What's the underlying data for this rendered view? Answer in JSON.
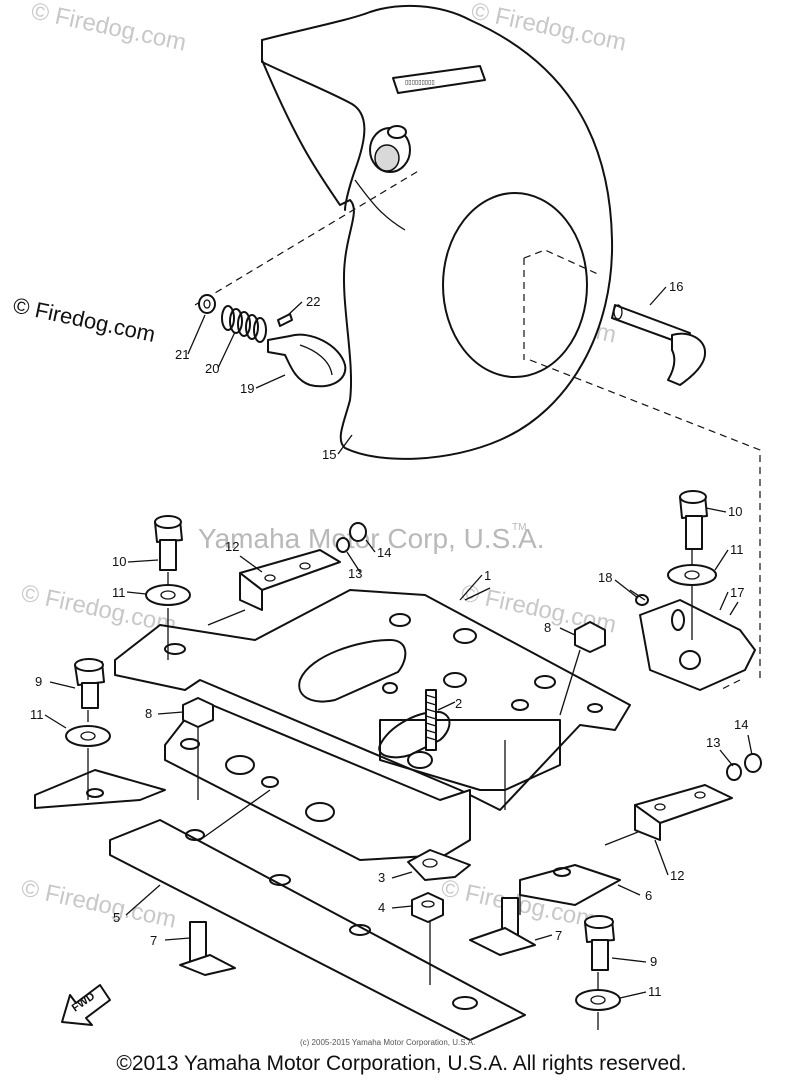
{
  "watermarks": {
    "firedog": "© Firedog.com",
    "firedog_dark": "© Firedog.com",
    "yamaha": "Yamaha Motor Corp, U.S.A.",
    "tm": "TM"
  },
  "callouts": {
    "c1": "1",
    "c2": "2",
    "c3": "3",
    "c4": "4",
    "c5": "5",
    "c6": "6",
    "c7a": "7",
    "c7b": "7",
    "c8a": "8",
    "c8b": "8",
    "c9a": "9",
    "c9b": "9",
    "c10a": "10",
    "c10b": "10",
    "c11a": "11",
    "c11b": "11",
    "c11c": "11",
    "c11d": "11",
    "c12a": "12",
    "c12b": "12",
    "c13a": "13",
    "c13b": "13",
    "c14a": "14",
    "c14b": "14",
    "c15": "15",
    "c16": "16",
    "c17": "17",
    "c18": "18",
    "c19": "19",
    "c20": "20",
    "c21": "21",
    "c22": "22"
  },
  "fwd_label": "FWD",
  "small_copyright": "(c) 2005-2015 Yamaha Motor Corporation, U.S.A.",
  "copyright": "©2013 Yamaha Motor Corporation, U.S.A. All rights reserved."
}
